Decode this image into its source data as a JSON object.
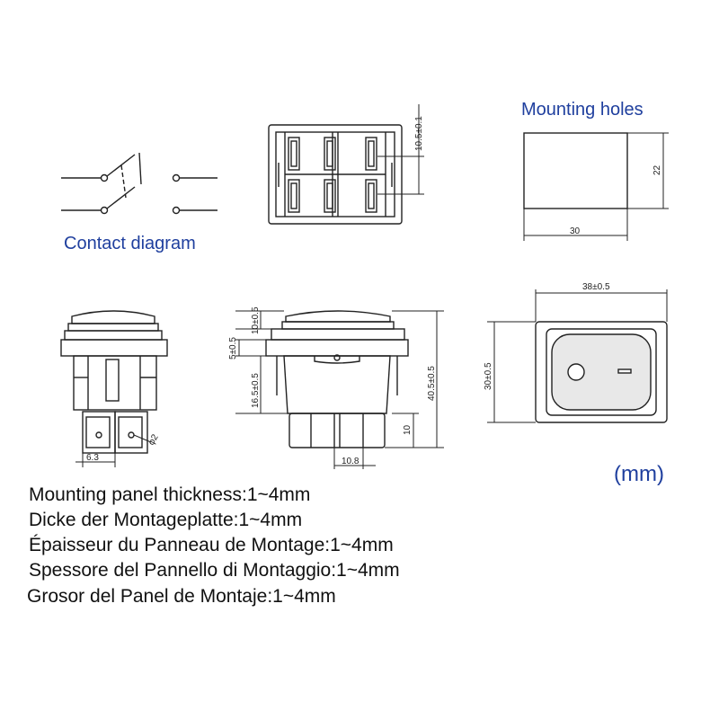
{
  "labels": {
    "contact_diagram": "Contact diagram",
    "mounting_holes": "Mounting holes",
    "unit": "(mm)"
  },
  "dimensions": {
    "top_view_height": "10.5±0.1",
    "hole_height": "22",
    "hole_width": "30",
    "front_width": "38±0.5",
    "front_height": "30±0.5",
    "side_cap": "10±0.5",
    "side_flange": "5±0.5",
    "side_body": "16.5±0.5",
    "side_total": "40.5±0.5",
    "side_terminal": "10",
    "side_pitch": "10.8",
    "terminal_width": "6.3",
    "terminal_hole": "φ2"
  },
  "specs": [
    "Mounting panel thickness:1~4mm",
    "Dicke der Montageplatte:1~4mm",
    "Épaisseur du Panneau de Montage:1~4mm",
    "Spessore del Pannello di Montaggio:1~4mm",
    "Grosor del Panel de Montaje:1~4mm"
  ],
  "colors": {
    "line": "#222222",
    "label_blue": "#1f3f9e",
    "fill_gray": "#e8e8e8"
  }
}
